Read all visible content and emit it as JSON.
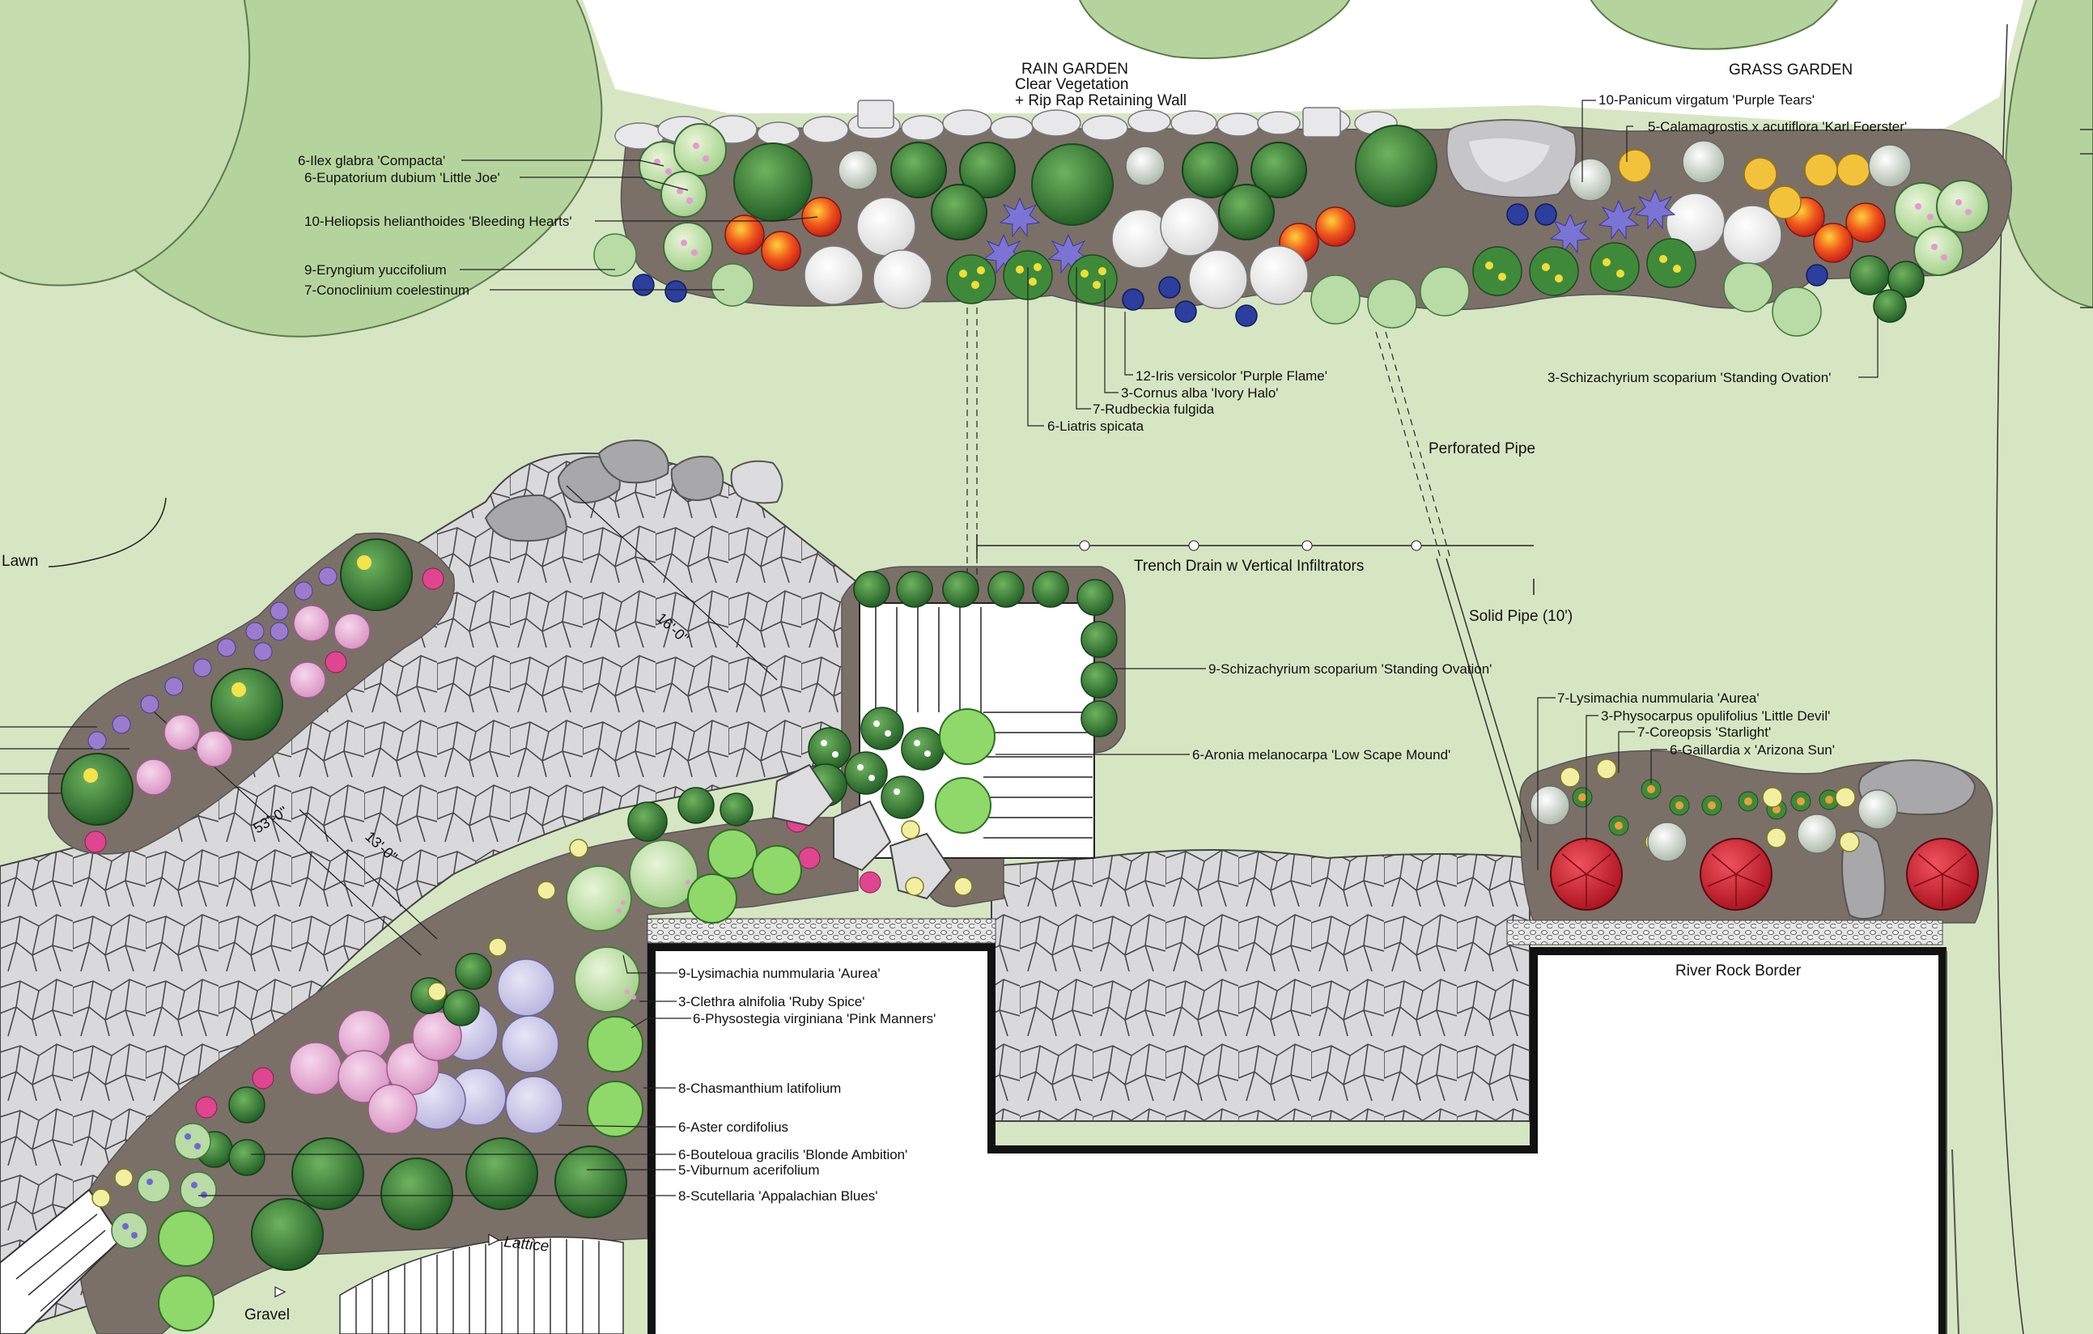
{
  "headings": {
    "rain_garden": "RAIN GARDEN",
    "rain_garden_sub1": "Clear Vegetation",
    "rain_garden_sub2": "+ Rip Rap Retaining Wall",
    "grass_garden": "GRASS GARDEN"
  },
  "site_labels": {
    "lawn": "Lawn",
    "perforated_pipe": "Perforated Pipe",
    "trench_drain": "Trench Drain w Vertical Infiltrators",
    "solid_pipe": "Solid Pipe (10')",
    "river_rock_border": "River Rock Border",
    "lattice": "Lattice",
    "gravel": "Gravel"
  },
  "dimensions": {
    "d1": "16'-0\"",
    "d2": "53'-0\"",
    "d3": "13'-0\""
  },
  "plant_labels": {
    "ilex": "6-Ilex glabra 'Compacta'",
    "eupatorium": "6-Eupatorium dubium 'Little Joe'",
    "heliopsis": "10-Heliopsis helianthoides 'Bleeding Hearts'",
    "eryngium": "9-Eryngium yuccifolium",
    "conoclinium": "7-Conoclinium coelestinum",
    "panicum": "10-Panicum virgatum 'Purple Tears'",
    "calamagrostis": "5-Calamagrostis x acutiflora 'Karl Foerster'",
    "iris": "12-Iris versicolor 'Purple Flame'",
    "cornus": "3-Cornus alba 'Ivory Halo'",
    "rudbeckia": "7-Rudbeckia fulgida",
    "liatris": "6-Liatris spicata",
    "schizachyrium_top": "3-Schizachyrium scoparium 'Standing Ovation'",
    "schizachyrium_mid": "9-Schizachyrium scoparium 'Standing Ovation'",
    "aronia": "6-Aronia melanocarpa 'Low Scape Mound'",
    "lysimachia_right": "7-Lysimachia nummularia 'Aurea'",
    "physocarpus": "3-Physocarpus opulifolius 'Little Devil'",
    "coreopsis": "7-Coreopsis 'Starlight'",
    "gaillardia": "6-Gaillardia x 'Arizona Sun'",
    "lysimachia_left": "9-Lysimachia nummularia 'Aurea'",
    "clethra": "3-Clethra alnifolia 'Ruby Spice'",
    "physostegia": "6-Physostegia virginiana 'Pink Manners'",
    "chasmanthium": "8-Chasmanthium latifolium",
    "aster": "6-Aster cordifolius",
    "bouteloua": "6-Bouteloua gracilis 'Blonde Ambition'",
    "viburnum": "5-Viburnum acerifolium",
    "scutellaria": "8-Scutellaria 'Appalachian Blues'"
  },
  "colors": {
    "lawn": "#d6e6c3",
    "tree_canopy": "#b5d49d",
    "bed_soil": "#7b7068",
    "flagstone": "#d9d9dc",
    "house": "#ffffff",
    "wall": "#111111",
    "boulder": "#a8a8ab",
    "heliopsis": "#e4441b",
    "cornus": "#f2f2f2",
    "iris": "#2c3e9e",
    "rudbeckia": "#e9d63a",
    "ilex": "#3f8a3a",
    "physocarpus": "#c8252e",
    "aster": "#c9c6e6",
    "physostegia": "#e3a6d1",
    "coreopsis": "#f2f0a0",
    "pink_dot": "#e0458f"
  }
}
